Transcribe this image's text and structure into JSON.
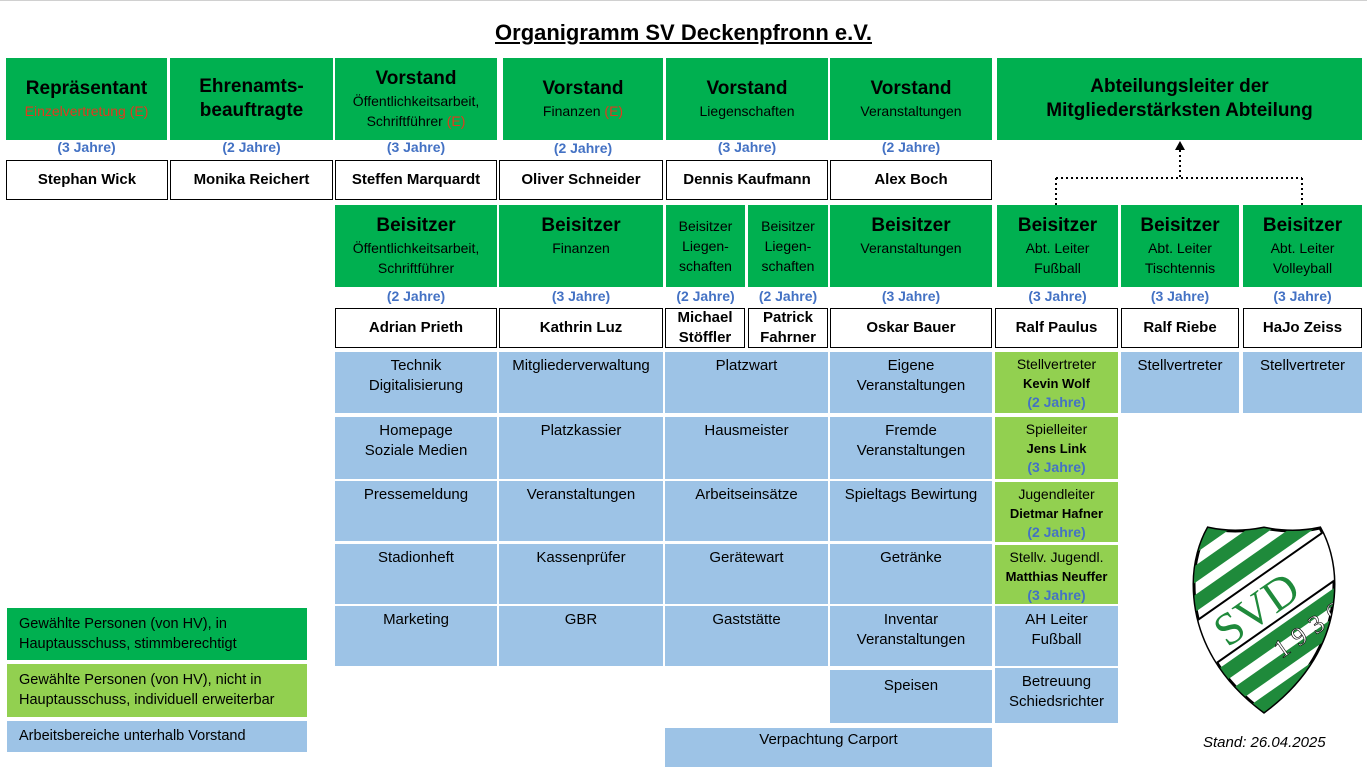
{
  "title": "Organigramm SV Deckenpfronn e.V.",
  "top": [
    {
      "title": "Repräsentant",
      "sub": "",
      "red": "Einzelvertretung (E)",
      "years": "(3 Jahre)",
      "name": "Stephan Wick"
    },
    {
      "title": "Ehrenamts-",
      "title2": "beauftragte",
      "years": "(2 Jahre)",
      "name": "Monika Reichert"
    },
    {
      "title": "Vorstand",
      "sub": "Öffentlichkeitsarbeit,",
      "sub2": "Schriftführer",
      "red": "(E)",
      "years": "(3 Jahre)",
      "name": "Steffen Marquardt"
    },
    {
      "title": "Vorstand",
      "sub": "Finanzen",
      "red": "(E)",
      "years": "(2 Jahre)",
      "name": "Oliver Schneider"
    },
    {
      "title": "Vorstand",
      "sub": "Liegenschaften",
      "years": "(3 Jahre)",
      "name": "Dennis Kaufmann"
    },
    {
      "title": "Vorstand",
      "sub": "Veranstaltungen",
      "years": "(2 Jahre)",
      "name": "Alex Boch"
    },
    {
      "title": "Abteilungsleiter der",
      "title2": "Mitgliederstärksten Abteilung"
    }
  ],
  "beisitzer": [
    {
      "title": "Beisitzer",
      "sub": "Öffentlichkeitsarbeit,",
      "sub2": "Schriftführer",
      "years": "(2 Jahre)",
      "name": "Adrian Prieth"
    },
    {
      "title": "Beisitzer",
      "sub": "Finanzen",
      "years": "(3 Jahre)",
      "name": "Kathrin Luz"
    },
    {
      "title": "Beisitzer",
      "sub": "Liegen-",
      "sub2": "schaften",
      "years": "(2 Jahre)",
      "name": "Michael",
      "name2": "Stöffler"
    },
    {
      "title": "Beisitzer",
      "sub": "Liegen-",
      "sub2": "schaften",
      "years": "(2 Jahre)",
      "name": "Patrick",
      "name2": "Fahrner"
    },
    {
      "title": "Beisitzer",
      "sub": "Veranstaltungen",
      "years": "(3 Jahre)",
      "name": "Oskar Bauer"
    },
    {
      "title": "Beisitzer",
      "sub": "Abt. Leiter",
      "sub2": "Fußball",
      "years": "(3 Jahre)",
      "name": "Ralf Paulus"
    },
    {
      "title": "Beisitzer",
      "sub": "Abt. Leiter",
      "sub2": "Tischtennis",
      "years": "(3 Jahre)",
      "name": "Ralf Riebe"
    },
    {
      "title": "Beisitzer",
      "sub": "Abt. Leiter",
      "sub2": "Volleyball",
      "years": "(3 Jahre)",
      "name": "HaJo Zeiss"
    }
  ],
  "areas": {
    "oeff": [
      "Technik\nDigitalisierung",
      "Homepage\nSoziale Medien",
      "Pressemeldung",
      "Stadionheft",
      "Marketing"
    ],
    "fin": [
      "Mitgliederverwaltung",
      "Platzkassier",
      "Veranstaltungen",
      "Kassenprüfer",
      "GBR"
    ],
    "lieg": [
      "Platzwart",
      "Hausmeister",
      "Arbeitseinsätze",
      "Gerätewart",
      "Gaststätte"
    ],
    "veran": [
      "Eigene\nVeranstaltungen",
      "Fremde\nVeranstaltungen",
      "Spieltags Bewirtung",
      "Getränke",
      "Inventar\nVeranstaltungen",
      "Speisen"
    ],
    "carport": "Verpachtung Carport",
    "fussball_green": [
      {
        "role": "Stellvertreter",
        "name": "Kevin Wolf",
        "years": "(2 Jahre)"
      },
      {
        "role": "Spielleiter",
        "name": "Jens Link",
        "years": "(3 Jahre)"
      },
      {
        "role": "Jugendleiter",
        "name": "Dietmar Hafner",
        "years": "(2 Jahre)"
      },
      {
        "role": "Stellv. Jugendl.",
        "name": "Matthias Neuffer",
        "years": "(3 Jahre)"
      }
    ],
    "fussball_blue": [
      "AH Leiter\nFußball",
      "Betreuung\nSchiedsrichter"
    ],
    "tt": "Stellvertreter",
    "vb": "Stellvertreter"
  },
  "legend": [
    {
      "text": "Gewählte Personen (von HV), in Hauptausschuss, stimmberechtigt",
      "color": "#00b050"
    },
    {
      "text": "Gewählte Personen (von HV), nicht in Hauptausschuss, individuell erweiterbar",
      "color": "#92d050"
    },
    {
      "text": "Arbeitsbereiche unterhalb Vorstand",
      "color": "#9dc3e6"
    }
  ],
  "logo": {
    "text": "SVD",
    "year": "1936"
  },
  "stand": "Stand: 26.04.2025",
  "colors": {
    "dark_green": "#00b050",
    "light_green": "#92d050",
    "blue": "#9dc3e6",
    "years": "#4472c4",
    "red": "#e03a1e"
  }
}
